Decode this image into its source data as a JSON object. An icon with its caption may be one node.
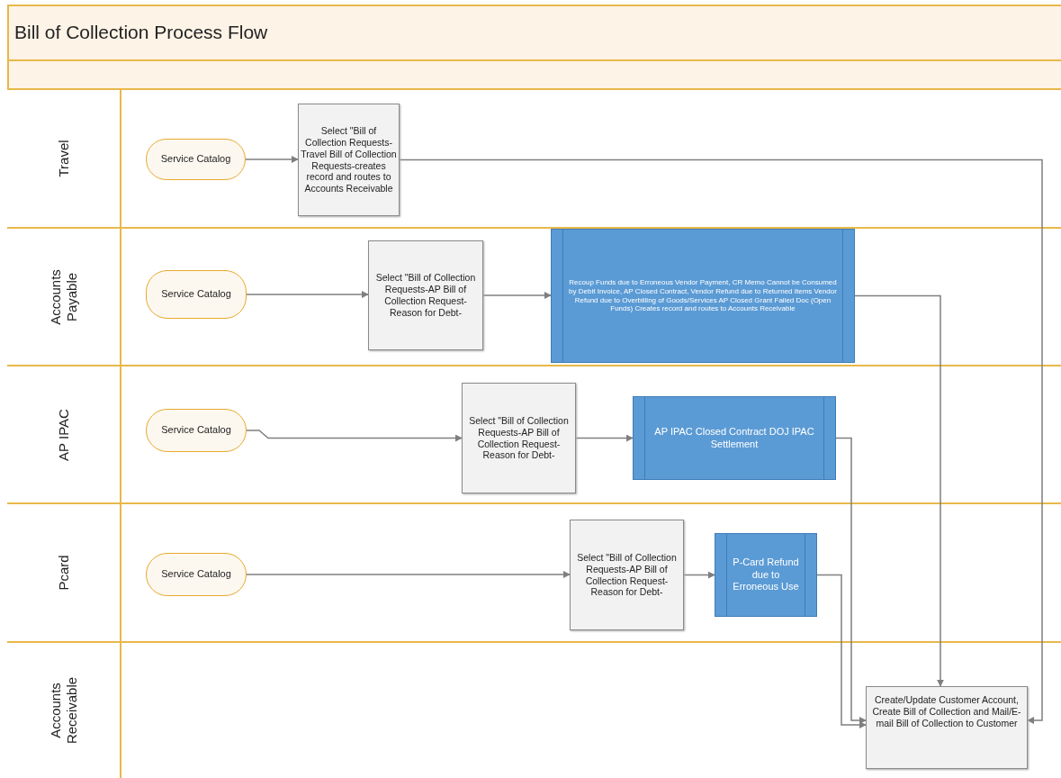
{
  "diagram": {
    "title": "Bill of Collection Process Flow",
    "nodes": [
      {
        "text": [
          "Travel"
        ]
      },
      {
        "text": [
          "Service Catalog"
        ],
        "in": 0
      },
      {
        "text": [
          "Select \"Bill of Collection Requests-Travel Bill of Collection Requests-creates record and routes to Accounts Receivable"
        ],
        "in": 0
      },
      {
        "text": [
          "Accounts Payable"
        ]
      },
      {
        "text": [
          "Service Catalog"
        ],
        "in": 3
      },
      {
        "text": [
          "Select \"Bill of Collection Requests-AP Bill of Collection Request-Reason for Debt-"
        ],
        "in": 3
      },
      {
        "text": [
          "Recoup Funds due to Erroneous Vendor Payment, CR Memo Cannot be Consumed by Debit Invoice, AP Closed Contract, Vendor Refund due to Returned Items Vendor Refund due to Overbilling of Goods/Services AP Closed Grant Failed Doc (Open Funds) Creates record and routes to Accounts Receivable"
        ],
        "in": 3
      },
      {
        "text": [
          "AP IPAC"
        ]
      },
      {
        "text": [
          "Service Catalog"
        ],
        "in": 7
      },
      {
        "text": [
          "Select \"Bill of Collection Requests-AP Bill of Collection Request-Reason for Debt-"
        ],
        "in": 7
      },
      {
        "text": [
          "AP IPAC Closed Contract DOJ IPAC Settlement"
        ],
        "in": 7
      },
      {
        "text": [
          "Pcard"
        ]
      },
      {
        "text": [
          "Service Catalog"
        ],
        "in": 11
      },
      {
        "text": [
          "Select \"Bill of Collection Requests-AP Bill of Collection Request-Reason for Debt-"
        ],
        "in": 11
      },
      {
        "text": [
          "P-Card Refund due to Erroneous Use"
        ],
        "in": 11
      },
      {
        "text": [
          "Accounts Receivable"
        ]
      },
      {
        "text": [
          "Create/Update Customer Account, Create Bill of Collection and Mail/E-mail Bill of Collection to Customer"
        ],
        "in": 15
      }
    ],
    "edges": [
      {
        "from": 1,
        "to": 2,
        "arrow": "to"
      },
      {
        "from": 2,
        "to": 16,
        "arrow": "to"
      },
      {
        "from": 4,
        "to": 5,
        "arrow": "to"
      },
      {
        "from": 5,
        "to": 6,
        "arrow": "to"
      },
      {
        "from": 6,
        "to": 16,
        "arrow": "to"
      },
      {
        "from": 8,
        "to": 9,
        "arrow": "to"
      },
      {
        "from": 9,
        "to": 10,
        "arrow": "to"
      },
      {
        "from": 10,
        "to": 16,
        "arrow": "to"
      },
      {
        "from": 12,
        "to": 13,
        "arrow": "to"
      },
      {
        "from": 13,
        "to": 14,
        "arrow": "to"
      },
      {
        "from": 14,
        "to": 16,
        "arrow": "to"
      }
    ]
  }
}
